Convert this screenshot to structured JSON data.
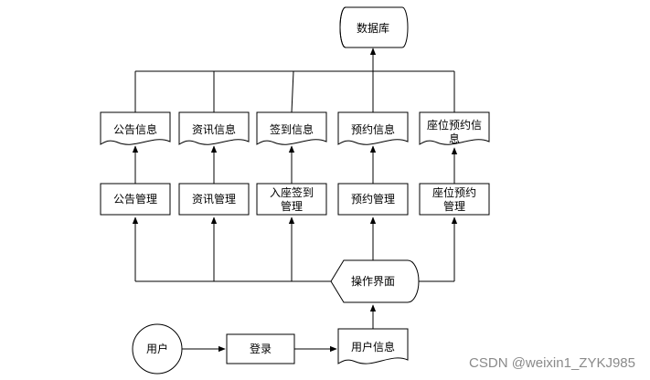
{
  "diagram": {
    "database": "数据库",
    "documents": {
      "announcement": "公告信息",
      "news": "资讯信息",
      "signin": "签到信息",
      "booking": "预约信息",
      "seat_booking_line1": "座位预约信",
      "seat_booking_line2": "息"
    },
    "modules": {
      "announcement_mgmt": "公告管理",
      "news_mgmt": "资讯管理",
      "signin_mgmt_line1": "入座签到",
      "signin_mgmt_line2": "管理",
      "booking_mgmt": "预约管理",
      "seat_booking_mgmt_line1": "座位预约",
      "seat_booking_mgmt_line2": "管理"
    },
    "interface": "操作界面",
    "user": "用户",
    "login": "登录",
    "user_info": "用户信息"
  },
  "watermark": "CSDN @weixin1_ZYKJ985"
}
